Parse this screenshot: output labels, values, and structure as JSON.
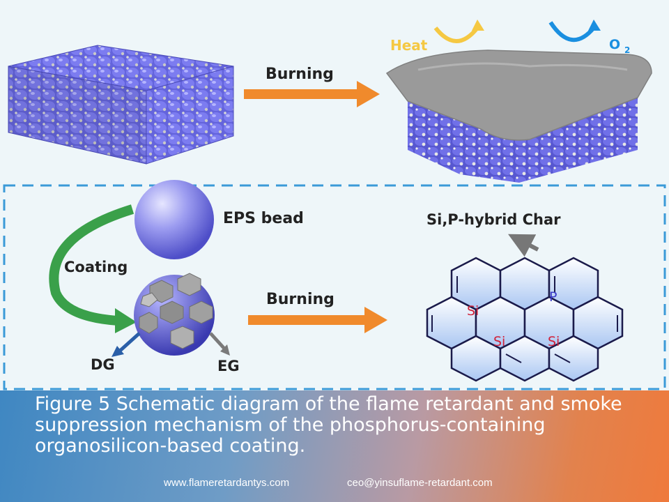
{
  "diagram": {
    "top": {
      "burning_label": "Burning",
      "heat_label": "Heat",
      "o2_label": "O",
      "o2_subscript": "2"
    },
    "bottom": {
      "eps_label": "EPS bead",
      "coating_label": "Coating",
      "burning_label": "Burning",
      "dg_label": "DG",
      "eg_label": "EG",
      "char_label": "Si,P-hybrid  Char",
      "atom_si": "Si",
      "atom_p": "P"
    }
  },
  "caption": {
    "text": "Figure 5 Schematic diagram of the flame retardant and smoke suppression mechanism of the phosphorus-containing organosilicon-based coating."
  },
  "footer": {
    "website": "www.flameretardantys.com",
    "email": "ceo@yinsuflame-retardant.com"
  },
  "colors": {
    "bead": "#6f6fe6",
    "char": "#9a9a9a",
    "arrow_orange": "#f08a2c",
    "arrow_green": "#3aa04a",
    "heat": "#f5c842",
    "oxygen": "#1a8fe0",
    "dashed_border": "#3b9ad8",
    "hex_fill": "#c9dcf7"
  }
}
